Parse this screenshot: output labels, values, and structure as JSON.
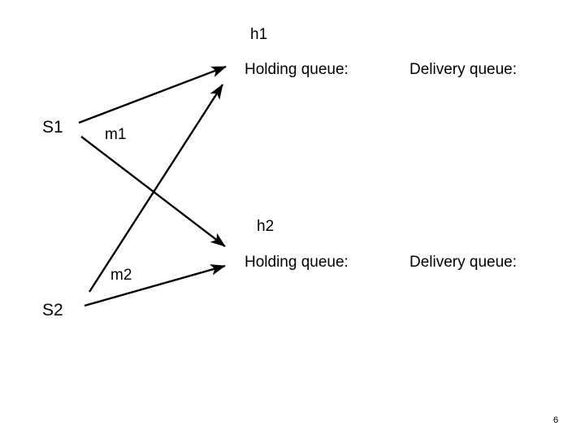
{
  "slide": {
    "page_number": "6",
    "background_color": "#ffffff",
    "line_color": "#000000",
    "text_color": "#000000"
  },
  "senders": [
    {
      "id": "s1",
      "label": "S1"
    },
    {
      "id": "s2",
      "label": "S2"
    }
  ],
  "messages": [
    {
      "id": "m1",
      "label": "m1"
    },
    {
      "id": "m2",
      "label": "m2"
    }
  ],
  "hosts": [
    {
      "id": "h1",
      "label": "h1",
      "holding_queue_label": "Holding queue:",
      "delivery_queue_label": "Delivery queue:"
    },
    {
      "id": "h2",
      "label": "h2",
      "holding_queue_label": "Holding queue:",
      "delivery_queue_label": "Delivery queue:"
    }
  ],
  "arrows": [
    {
      "id": "s1-to-h1",
      "from": "S1",
      "to": "h1",
      "icon": "arrow-icon"
    },
    {
      "id": "s1-to-h2",
      "from": "S1",
      "to": "h2",
      "icon": "arrow-icon"
    },
    {
      "id": "s2-to-h1",
      "from": "S2",
      "to": "h1",
      "icon": "arrow-icon"
    },
    {
      "id": "s2-to-h2",
      "from": "S2",
      "to": "h2",
      "icon": "arrow-icon"
    }
  ]
}
